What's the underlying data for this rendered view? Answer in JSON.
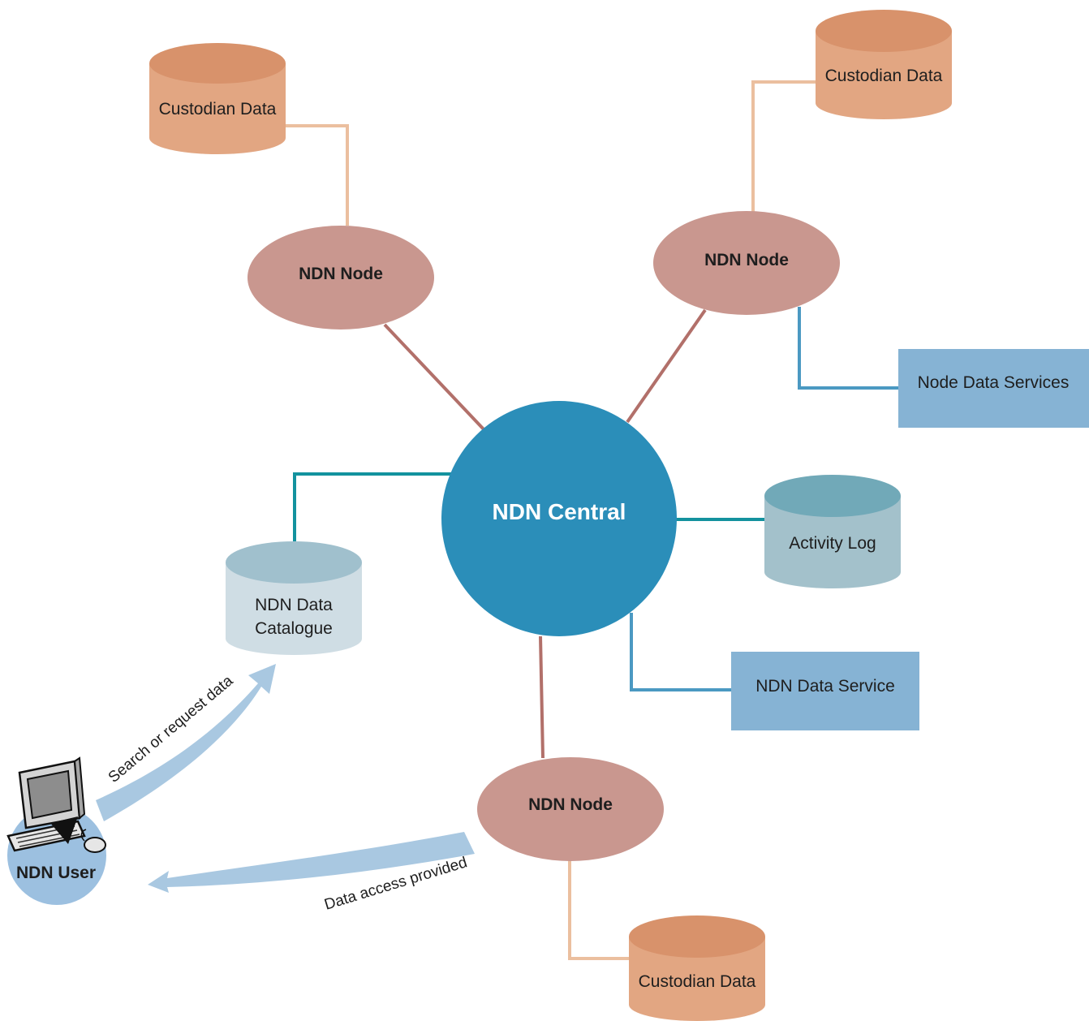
{
  "colors": {
    "custodian_top": "#d8926b",
    "custodian_body": "#e2a682",
    "custodian_link": "#ebbf9f",
    "node_fill": "#c9978f",
    "node_link": "#b2706a",
    "central_fill": "#2b8eb9",
    "central_link": "#13929e",
    "service_fill": "#86b3d4",
    "service_link": "#4b99c2",
    "activity_top": "#71a9b8",
    "activity_body": "#a3c1cb",
    "catalogue_top": "#a0c0cd",
    "catalogue_body": "#cfdde4",
    "user_fill": "#9cc0e0",
    "arrow_fill": "#a9c8e1"
  },
  "diagram": {
    "central": {
      "label": "NDN Central"
    },
    "nodes": [
      {
        "id": "node-left",
        "label": "NDN Node"
      },
      {
        "id": "node-right",
        "label": "NDN Node"
      },
      {
        "id": "node-bottom",
        "label": "NDN Node"
      }
    ],
    "custodians": [
      {
        "id": "custodian-left",
        "label": "Custodian Data"
      },
      {
        "id": "custodian-right",
        "label": "Custodian Data"
      },
      {
        "id": "custodian-bottom",
        "label": "Custodian Data"
      }
    ],
    "services": {
      "node_data_services": "Node Data Services",
      "ndn_data_service": "NDN Data Service"
    },
    "activity_log": "Activity Log",
    "catalogue": {
      "line1": "NDN Data",
      "line2": "Catalogue"
    },
    "user": {
      "label": "NDN User",
      "icon": "computer-icon"
    },
    "arrows": {
      "request": "Search or request data",
      "access": "Data access provided"
    }
  }
}
